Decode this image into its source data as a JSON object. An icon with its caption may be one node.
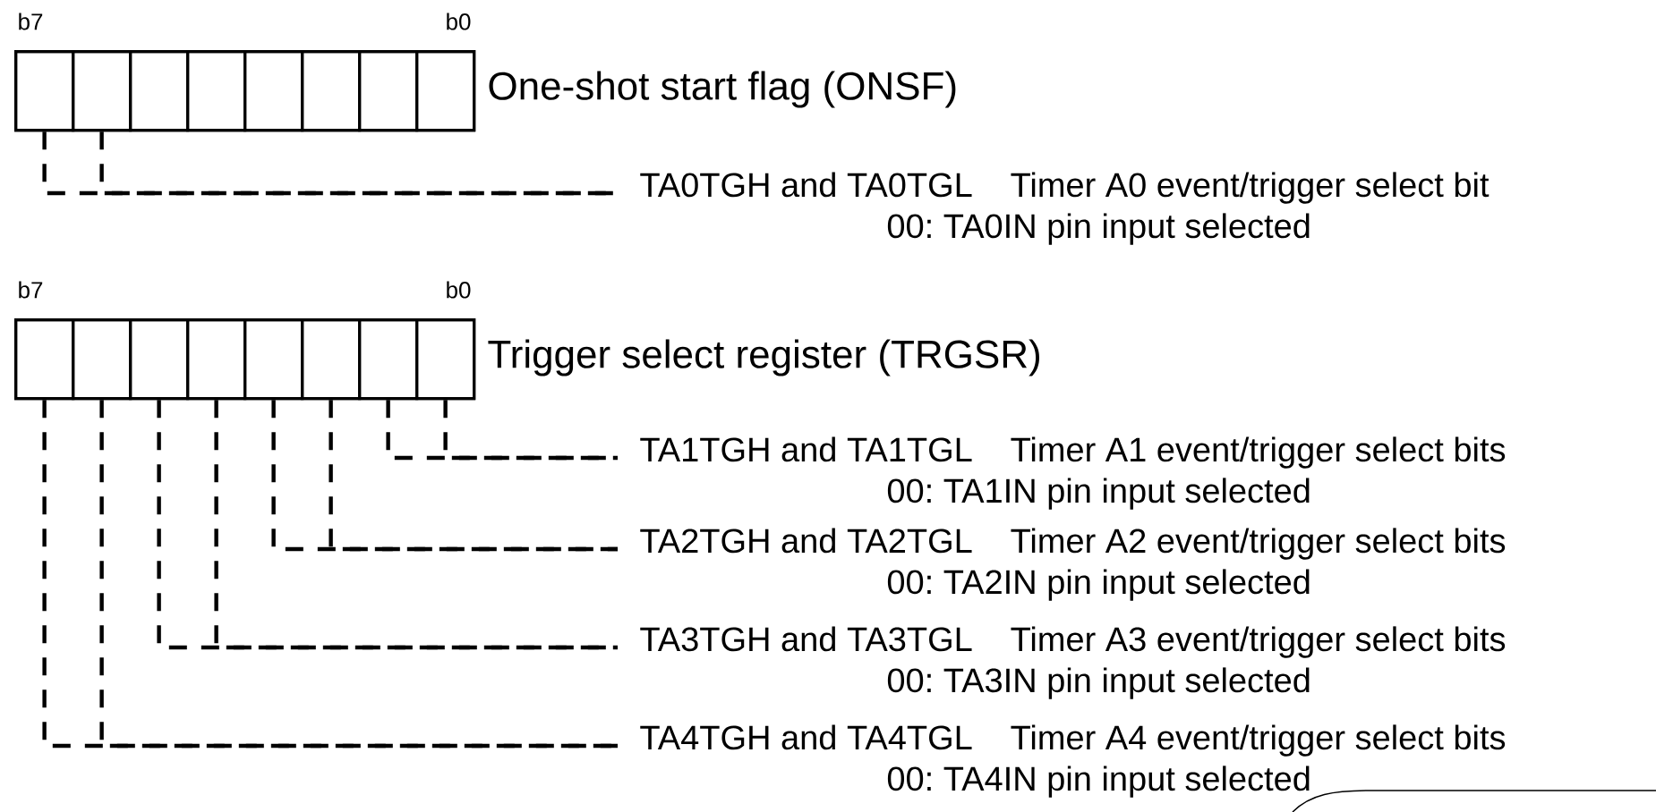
{
  "diagram": {
    "nodes": [
      {
        "text": [
          "One-shot start flag (ONSF)"
        ]
      },
      {
        "text": [],
        "shape": "box",
        "in": 0
      },
      {
        "text": [],
        "shape": "box",
        "in": 0
      },
      {
        "text": [],
        "shape": "box",
        "in": 0
      },
      {
        "text": [],
        "shape": "box",
        "in": 0
      },
      {
        "text": [],
        "shape": "box",
        "in": 0
      },
      {
        "text": [],
        "shape": "box",
        "in": 0
      },
      {
        "text": [],
        "shape": "box",
        "in": 0
      },
      {
        "text": [],
        "shape": "box",
        "in": 0
      },
      {
        "text": [
          "TA0TGH and TA0TGL",
          "Timer A0 event/trigger select bit",
          "00: TA0IN pin input selected"
        ]
      },
      {
        "text": [
          "Trigger select register (TRGSR)"
        ]
      },
      {
        "text": [],
        "shape": "box",
        "in": 10
      },
      {
        "text": [],
        "shape": "box",
        "in": 10
      },
      {
        "text": [],
        "shape": "box",
        "in": 10
      },
      {
        "text": [],
        "shape": "box",
        "in": 10
      },
      {
        "text": [],
        "shape": "box",
        "in": 10
      },
      {
        "text": [],
        "shape": "box",
        "in": 10
      },
      {
        "text": [],
        "shape": "box",
        "in": 10
      },
      {
        "text": [],
        "shape": "box",
        "in": 10
      },
      {
        "text": [
          "TA1TGH and TA1TGL",
          "Timer A1 event/trigger select bits",
          "00: TA1IN pin input selected"
        ]
      },
      {
        "text": [
          "TA2TGH and TA2TGL",
          "Timer A2 event/trigger select bits",
          "00: TA2IN pin input selected"
        ]
      },
      {
        "text": [
          "TA3TGH and TA3TGL",
          "Timer A3 event/trigger select bits",
          "00: TA3IN pin input selected"
        ]
      },
      {
        "text": [
          "TA4TGH and TA4TGL",
          "Timer A4 event/trigger select bits",
          "00: TA4IN pin input selected"
        ]
      }
    ],
    "edges": [
      {
        "from": 1,
        "to": 9,
        "arrow": "none",
        "style": "dashed"
      },
      {
        "from": 2,
        "to": 9,
        "arrow": "none",
        "style": "dashed"
      },
      {
        "from": 17,
        "to": 19,
        "arrow": "none",
        "style": "dashed"
      },
      {
        "from": 18,
        "to": 19,
        "arrow": "none",
        "style": "dashed"
      },
      {
        "from": 15,
        "to": 20,
        "arrow": "none",
        "style": "dashed"
      },
      {
        "from": 16,
        "to": 20,
        "arrow": "none",
        "style": "dashed"
      },
      {
        "from": 13,
        "to": 21,
        "arrow": "none",
        "style": "dashed"
      },
      {
        "from": 14,
        "to": 21,
        "arrow": "none",
        "style": "dashed"
      },
      {
        "from": 11,
        "to": 22,
        "arrow": "none",
        "style": "dashed"
      },
      {
        "from": 12,
        "to": 22,
        "arrow": "none",
        "style": "dashed"
      }
    ],
    "labels": [
      "b7",
      "b0",
      "b7",
      "b0"
    ]
  }
}
